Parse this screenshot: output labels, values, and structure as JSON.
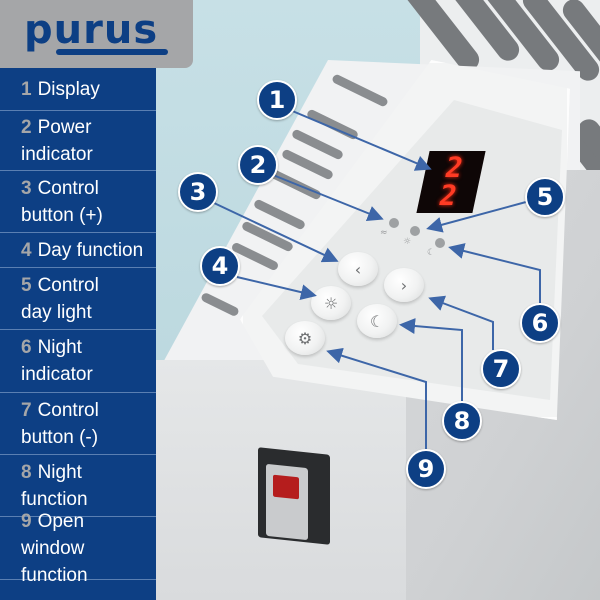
{
  "brand": {
    "name": "purus",
    "colors": {
      "primary": "#0d3f84",
      "header_bg": "#a5a6a8",
      "number_color": "#a5a6a8",
      "divider": "#5a7fb2"
    }
  },
  "legend": {
    "items": [
      {
        "number": "1",
        "line1": "Display",
        "line2": ""
      },
      {
        "number": "2",
        "line1": "Power",
        "line2": "indicator"
      },
      {
        "number": "3",
        "line1": "Control",
        "line2": "button (+)"
      },
      {
        "number": "4",
        "line1": "Day function",
        "line2": ""
      },
      {
        "number": "5",
        "line1": "Control",
        "line2": "day light"
      },
      {
        "number": "6",
        "line1": "Night",
        "line2": "indicator"
      },
      {
        "number": "7",
        "line1": "Control",
        "line2": "button (-)"
      },
      {
        "number": "8",
        "line1": "Night",
        "line2": "function"
      },
      {
        "number": "9",
        "line1": "Open",
        "line2": "window function"
      }
    ]
  },
  "device": {
    "display": {
      "digit_top": "2",
      "digit_bottom": "2",
      "color": "#ff3b24"
    },
    "indicators": [
      {
        "name": "power-indicator",
        "symbol": "≈"
      },
      {
        "name": "day-light-indicator",
        "symbol": "☼"
      },
      {
        "name": "night-indicator",
        "symbol": "☾"
      }
    ],
    "buttons": {
      "plus": "‹",
      "minus": "›",
      "day": "☼",
      "night": "☾",
      "open_window": "⚙"
    }
  },
  "callouts": [
    "1",
    "2",
    "3",
    "4",
    "5",
    "6",
    "7",
    "8",
    "9"
  ]
}
